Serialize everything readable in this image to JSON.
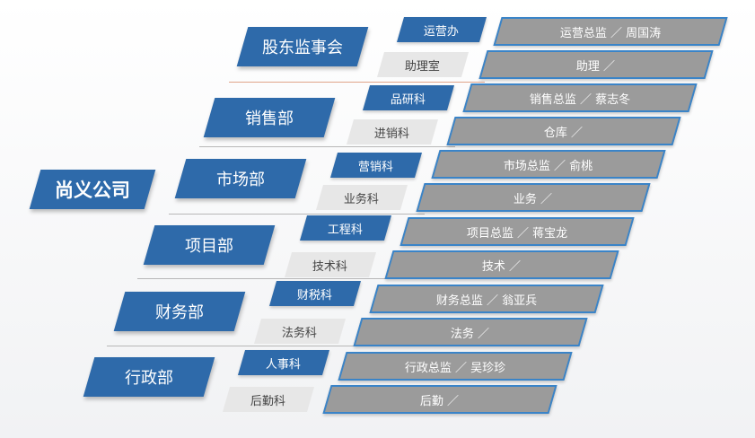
{
  "company": "尚义公司",
  "departments": [
    {
      "name": "股东监事会",
      "subs": [
        {
          "name": "运营办",
          "position": "运营总监 ／ 周国涛"
        },
        {
          "name": "助理室",
          "position": "助理 ／"
        }
      ]
    },
    {
      "name": "销售部",
      "subs": [
        {
          "name": "品研科",
          "position": "销售总监 ／ 蔡志冬"
        },
        {
          "name": "进销科",
          "position": "仓库 ／"
        }
      ]
    },
    {
      "name": "市场部",
      "subs": [
        {
          "name": "营销科",
          "position": "市场总监 ／ 俞桃"
        },
        {
          "name": "业务科",
          "position": "业务 ／"
        }
      ]
    },
    {
      "name": "项目部",
      "subs": [
        {
          "name": "工程科",
          "position": "项目总监 ／ 蒋宝龙"
        },
        {
          "name": "技术科",
          "position": "技术 ／"
        }
      ]
    },
    {
      "name": "财务部",
      "subs": [
        {
          "name": "财税科",
          "position": "财务总监 ／ 翁亚兵"
        },
        {
          "name": "法务科",
          "position": "法务 ／"
        }
      ]
    },
    {
      "name": "行政部",
      "subs": [
        {
          "name": "人事科",
          "position": "行政总监 ／ 吴珍珍"
        },
        {
          "name": "后勤科",
          "position": "后勤 ／"
        }
      ]
    }
  ]
}
